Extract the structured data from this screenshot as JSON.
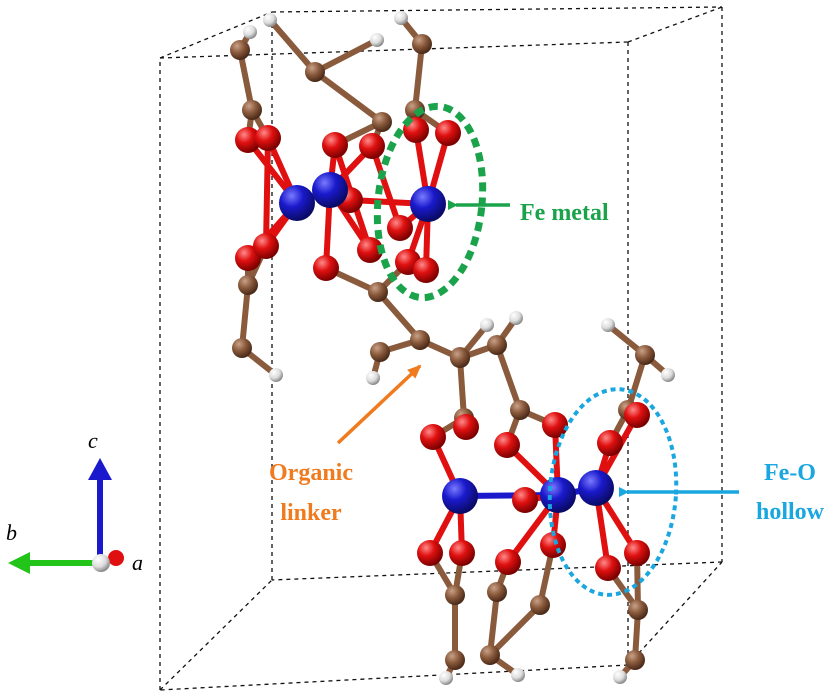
{
  "labels": {
    "fe_metal": "Fe metal",
    "organic_linker_line1": "Organic",
    "organic_linker_line2": "linker",
    "fe_o_hollow_line1": "Fe-O",
    "fe_o_hollow_line2": "hollow"
  },
  "axes": {
    "c": "c",
    "b": "b",
    "a": "a"
  },
  "colors": {
    "fe_metal_label": "#1aa34a",
    "organic_linker_label": "#f07a1e",
    "fe_o_hollow_label": "#1aa7e0",
    "iron_atom": "#1a1acc",
    "oxygen_atom": "#e01010",
    "carbon_atom": "#8a5a3c",
    "hydrogen_atom": "#e6e6e6",
    "cell_edge": "#111111",
    "axis_c": "#1a1acc",
    "axis_b": "#22c41a",
    "axis_a": "#e01010"
  },
  "atom_types": [
    "Fe",
    "O",
    "C",
    "H"
  ]
}
